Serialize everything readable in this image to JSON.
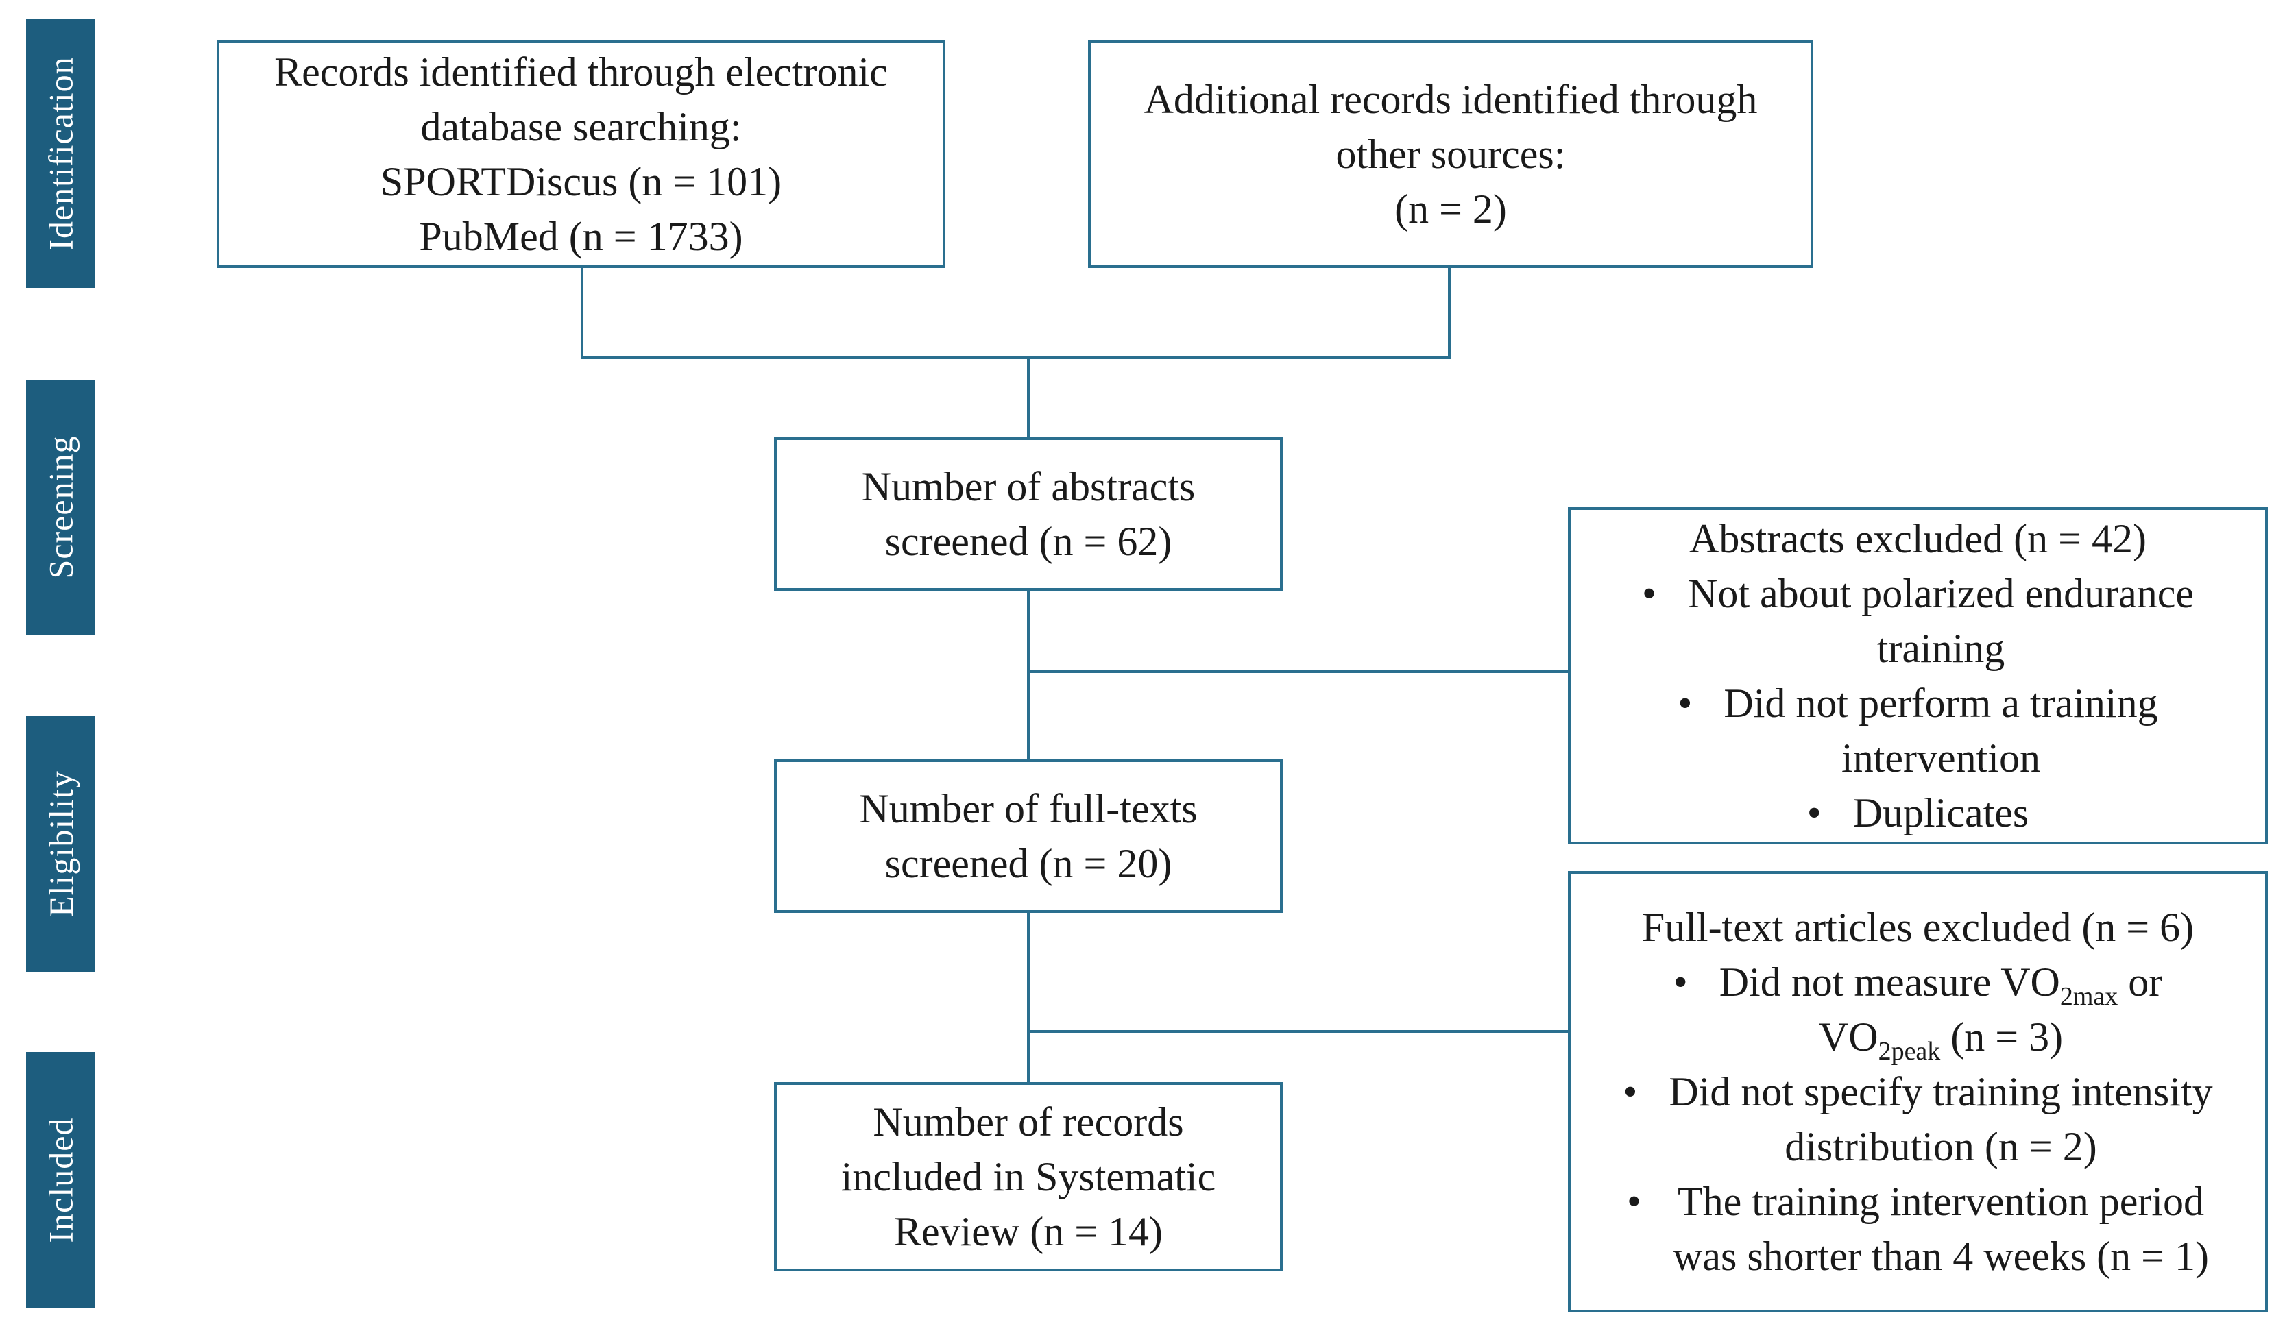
{
  "phases": {
    "identification": "Identification",
    "screening": "Screening",
    "eligibility": "Eligibility",
    "included": "Included"
  },
  "boxes": {
    "database": {
      "lines": [
        "Records identified through electronic",
        "database searching:",
        "SPORTDiscus (n = 101)",
        "PubMed (n = 1733)"
      ]
    },
    "other_sources": {
      "lines": [
        "Additional records identified through",
        "other sources:",
        "(n = 2)"
      ]
    },
    "abstracts_screened": {
      "lines": [
        "Number of abstracts",
        "screened (n = 62)"
      ]
    },
    "fulltexts_screened": {
      "lines": [
        "Number of full-texts",
        "screened (n = 20)"
      ]
    },
    "included": {
      "lines": [
        "Number of records",
        "included in Systematic",
        "Review (n = 14)"
      ]
    },
    "abstracts_excluded": {
      "title": "Abstracts excluded (n = 42)",
      "bullet_char": "•",
      "items": [
        [
          "Not about polarized endurance",
          "training"
        ],
        [
          "Did not perform a training",
          "intervention"
        ],
        [
          "Duplicates"
        ]
      ]
    },
    "fulltexts_excluded": {
      "title": "Full-text articles excluded (n = 6)",
      "bullet_char": "•",
      "item1_a": "Did not measure VO",
      "item1_sub_a": "2max",
      "item1_b": " or",
      "item1_c": "VO",
      "item1_sub_c": "2peak",
      "item1_d": " (n = 3)",
      "item2": [
        "Did not specify training intensity",
        "distribution (n = 2)"
      ],
      "item3": [
        "The training intervention period",
        "was shorter than 4 weeks (n = 1)"
      ]
    }
  },
  "colors": {
    "phase_fill": "#1d5d7e",
    "phase_text": "#ffffff",
    "box_border": "#2a6f8f",
    "connector": "#2a6f8f",
    "text": "#1a1a1a"
  }
}
